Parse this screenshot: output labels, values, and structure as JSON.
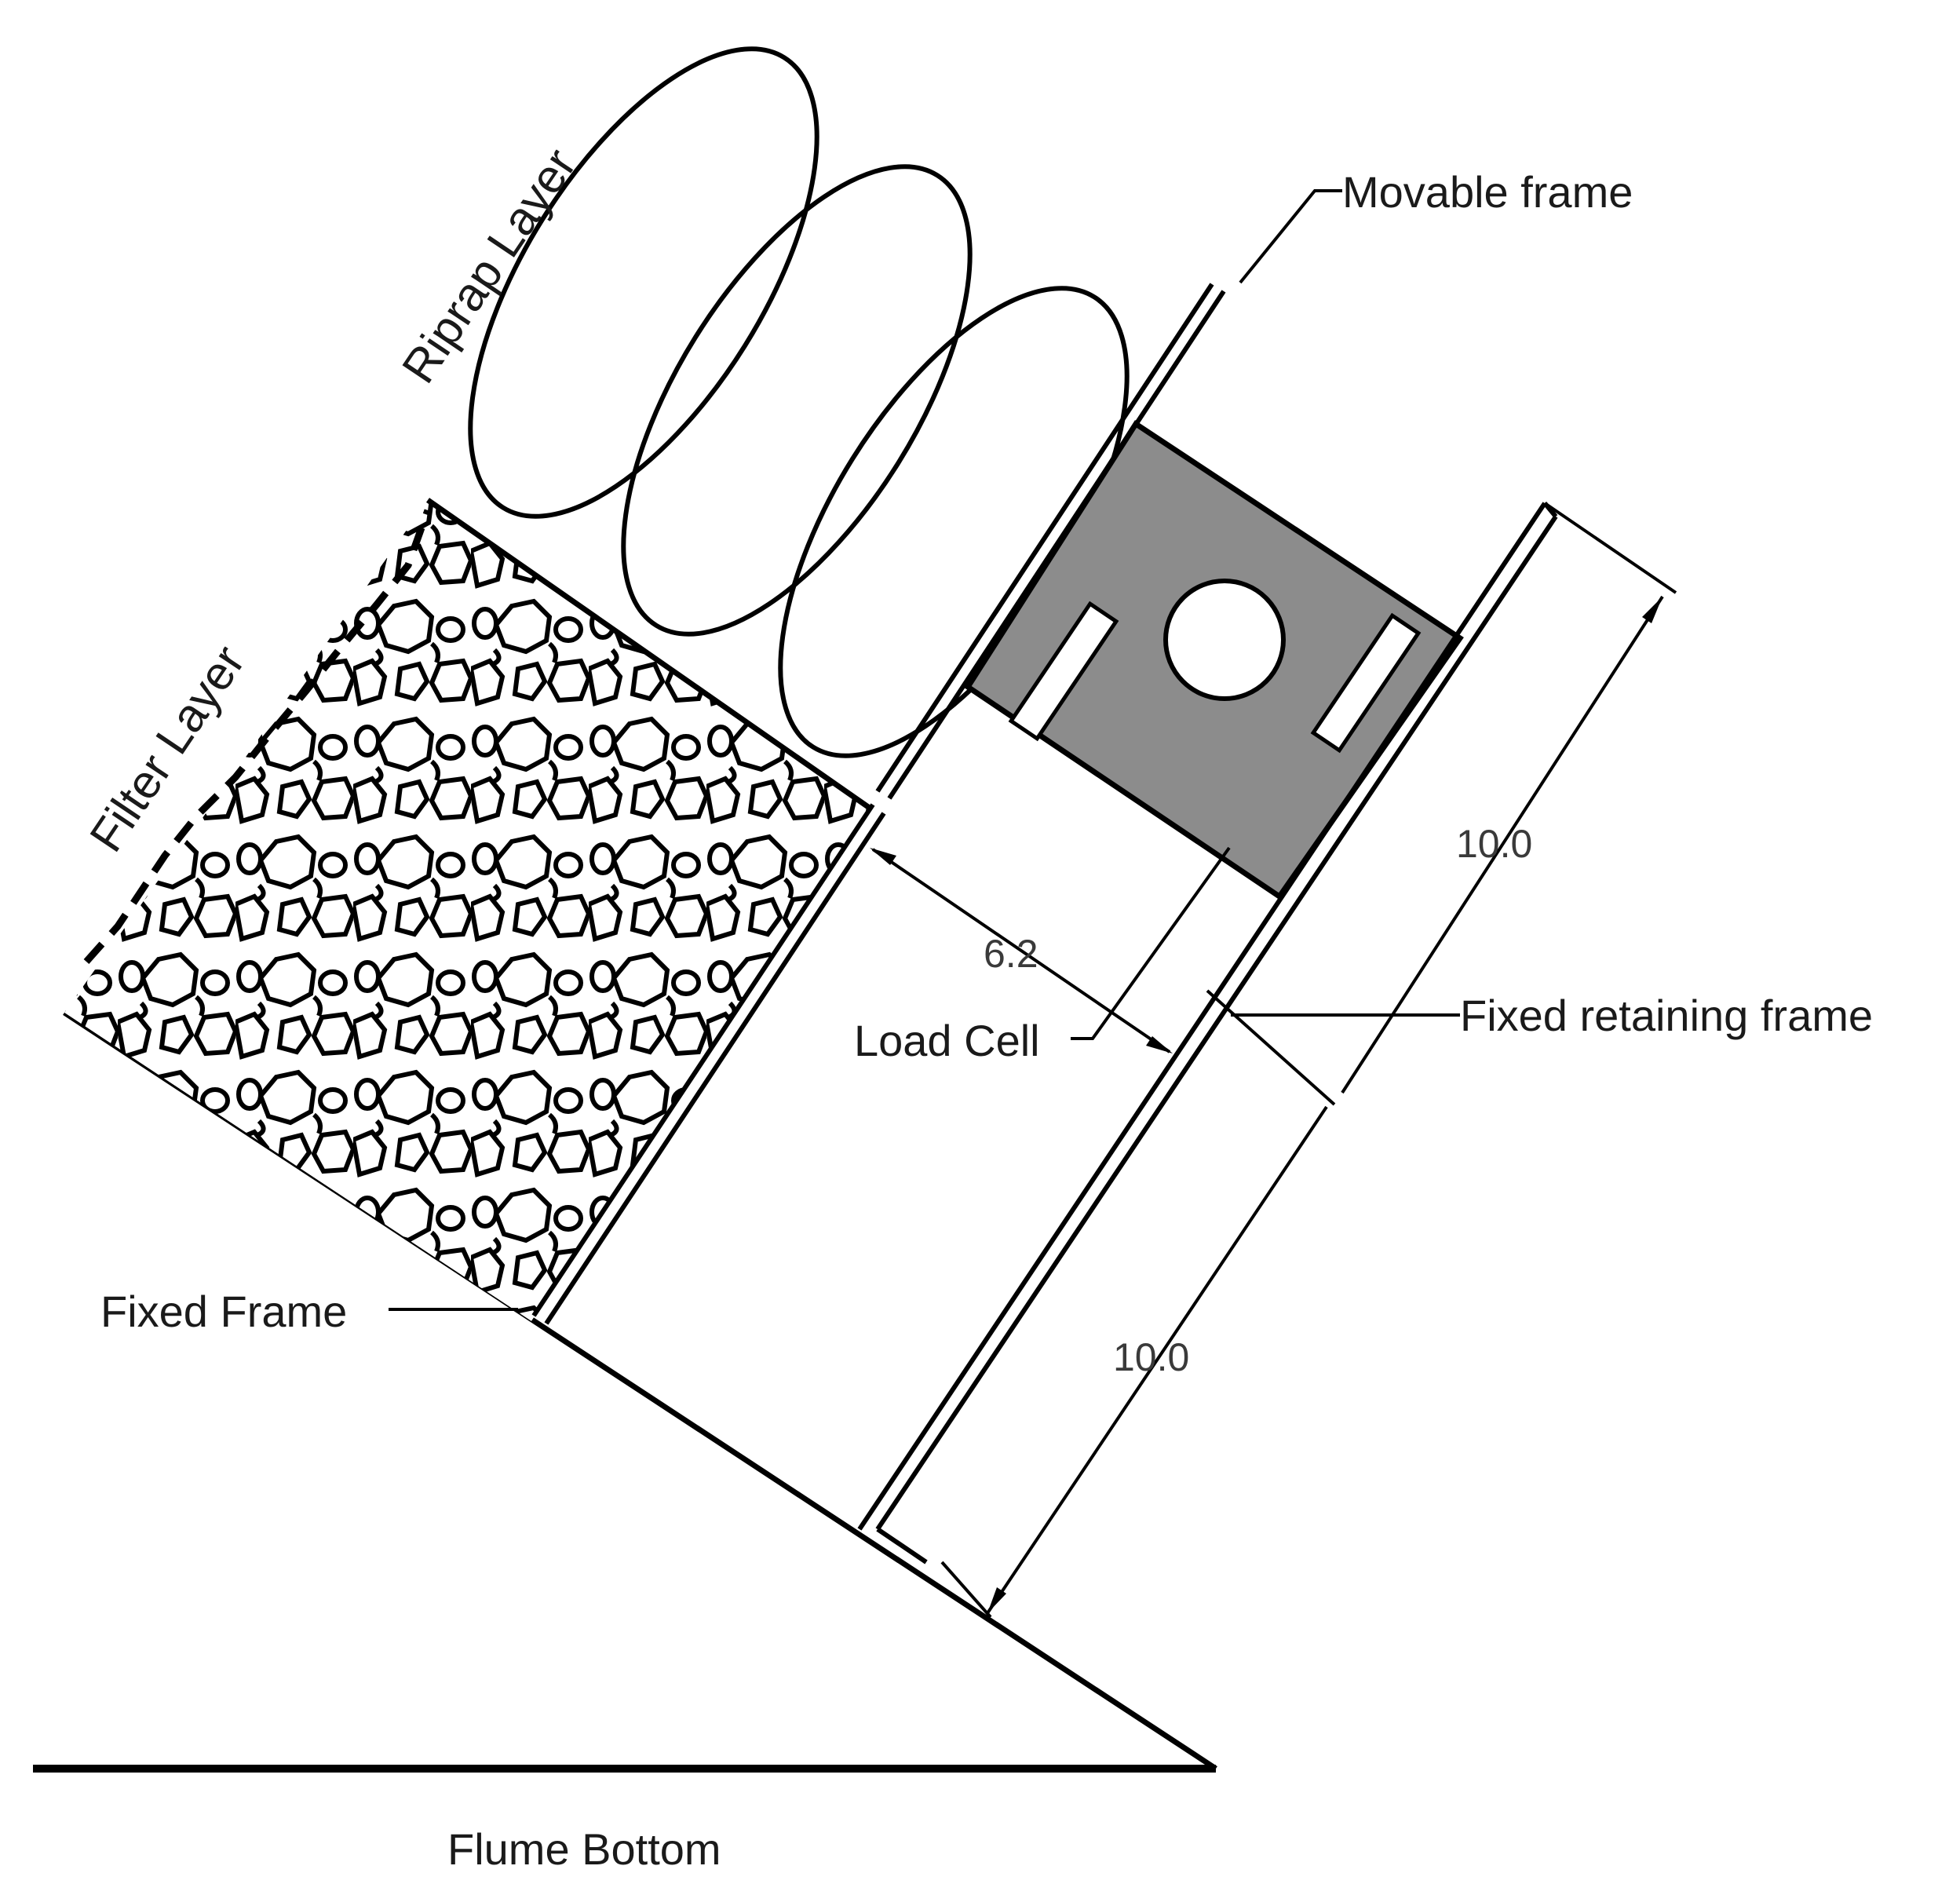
{
  "labels": {
    "riprap_layer": "Riprap Layer",
    "filter_layer": "Filter Layer",
    "movable_frame": "Movable frame",
    "fixed_retaining_frame": "Fixed retaining frame",
    "load_cell": "Load Cell",
    "fixed_frame": "Fixed Frame",
    "flume_bottom": "Flume Bottom"
  },
  "dimensions": {
    "upper_length": "10.0",
    "lower_length": "10.0",
    "gap": "6.2"
  },
  "colors": {
    "line": "#000000",
    "load_cell_fill": "#8c8c8c",
    "background": "#ffffff"
  }
}
